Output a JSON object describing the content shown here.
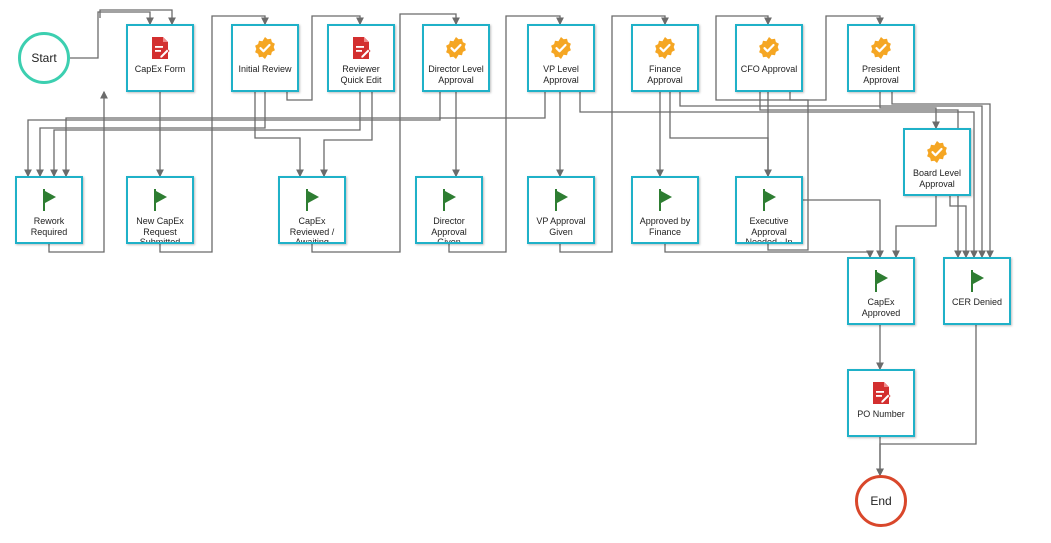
{
  "colors": {
    "node_border": "#1fb1c8",
    "edge": "#6b6b6b",
    "start_ring": "#3ccfb0",
    "end_ring": "#d9472b",
    "form_icon": "#d32f2f",
    "approval_icon": "#f5a623",
    "flag_icon": "#2e7d32"
  },
  "nodes": {
    "start": {
      "label": "Start"
    },
    "end": {
      "label": "End"
    },
    "capex_form": {
      "label": "CapEx Form",
      "icon": "form-icon"
    },
    "initial_review": {
      "label": "Initial Review",
      "icon": "approval-badge-icon"
    },
    "reviewer_quick_edit": {
      "label": "Reviewer Quick Edit",
      "icon": "form-icon"
    },
    "director_level_approval": {
      "label": "Director Level Approval",
      "icon": "approval-badge-icon"
    },
    "vp_level_approval": {
      "label": "VP Level Approval",
      "icon": "approval-badge-icon"
    },
    "finance_approval": {
      "label": "Finance Approval",
      "icon": "approval-badge-icon"
    },
    "cfo_approval": {
      "label": "CFO Approval",
      "icon": "approval-badge-icon"
    },
    "president_approval": {
      "label": "President Approval",
      "icon": "approval-badge-icon"
    },
    "board_level_approval": {
      "label": "Board Level Approval",
      "icon": "approval-badge-icon"
    },
    "rework_required": {
      "label": "Rework Required",
      "icon": "flag-icon"
    },
    "new_capex_request_submitted": {
      "label": "New CapEx Request Submitted",
      "icon": "flag-icon"
    },
    "capex_reviewed_awaiting_approval": {
      "label": "CapEx Reviewed / Awaiting Approval",
      "icon": "flag-icon"
    },
    "director_approval_given": {
      "label": "Director Approval Given",
      "icon": "flag-icon"
    },
    "vp_approval_given": {
      "label": "VP Approval Given",
      "icon": "flag-icon"
    },
    "approved_by_finance": {
      "label": "Approved by Finance",
      "icon": "flag-icon"
    },
    "executive_approval_needed": {
      "label": "Executive Approval Needed - In Progress",
      "icon": "flag-icon"
    },
    "capex_approved": {
      "label": "CapEx Approved",
      "icon": "flag-icon"
    },
    "cer_denied": {
      "label": "CER Denied",
      "icon": "flag-icon"
    },
    "po_number": {
      "label": "PO Number",
      "icon": "form-icon"
    }
  }
}
